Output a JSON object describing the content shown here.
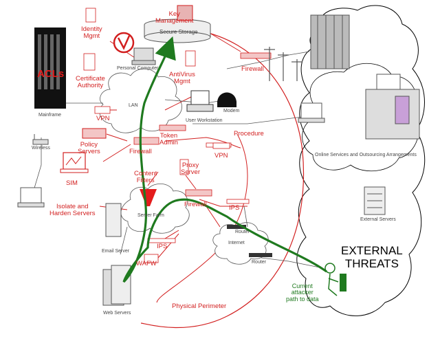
{
  "labels": {
    "key_management": "Key\nManagement",
    "secure_storage": "Secure Storage",
    "identity_mgmt": "Identity\nMgmt",
    "acls": "ACLs",
    "certificate_authority": "Certificate\nAuthority",
    "personal_computer": "Personal Computer",
    "antivirus_mgmt": "AntiVirus\nMgmt",
    "firewall_top": "Firewall",
    "mainframe": "Mainframe",
    "lan": "LAN",
    "vpn_left": "VPN",
    "user_workstation": "User Workstation",
    "modem": "Modem",
    "wireless": "Wireless",
    "policy_servers": "Policy\nServers",
    "token_admin": "Token\nAdmin",
    "procedure": "Procedure",
    "firewall_mid": "Firewall",
    "vpn_right": "VPN",
    "sim": "SIM",
    "content_filters": "Content\nFilters",
    "proxy_server": "Proxy\nServer",
    "firewall_low": "Firewall",
    "ips_top": "IPS",
    "isolate_harden": "Isolate and\nHarden Servers",
    "server_farm": "Server Farm",
    "router_top": "Router",
    "internet": "Internet",
    "email_server": "Email Server",
    "ips_low": "IPS",
    "router_low": "Router",
    "wafw": "WAFW",
    "web_servers": "Web Servers",
    "physical_perimeter": "Physical Perimeter",
    "current_attacker": "Current\nattacker\npath to data",
    "external_threats": "EXTERNAL\nTHREATS",
    "online_services": "Online Services and Outsourcing Arrangements",
    "external_servers": "External Servers"
  },
  "colors": {
    "security_red": "#d21f1f",
    "attack_green": "#1f7a1f",
    "gray_device": "#9a9a9a",
    "black": "#000000"
  },
  "icons": {
    "attack_arrow": "green-arrow-icon",
    "content_filter": "red-funnel-icon",
    "identity": "no-entry-sign-icon",
    "attacker": "person-at-computer-icon"
  }
}
